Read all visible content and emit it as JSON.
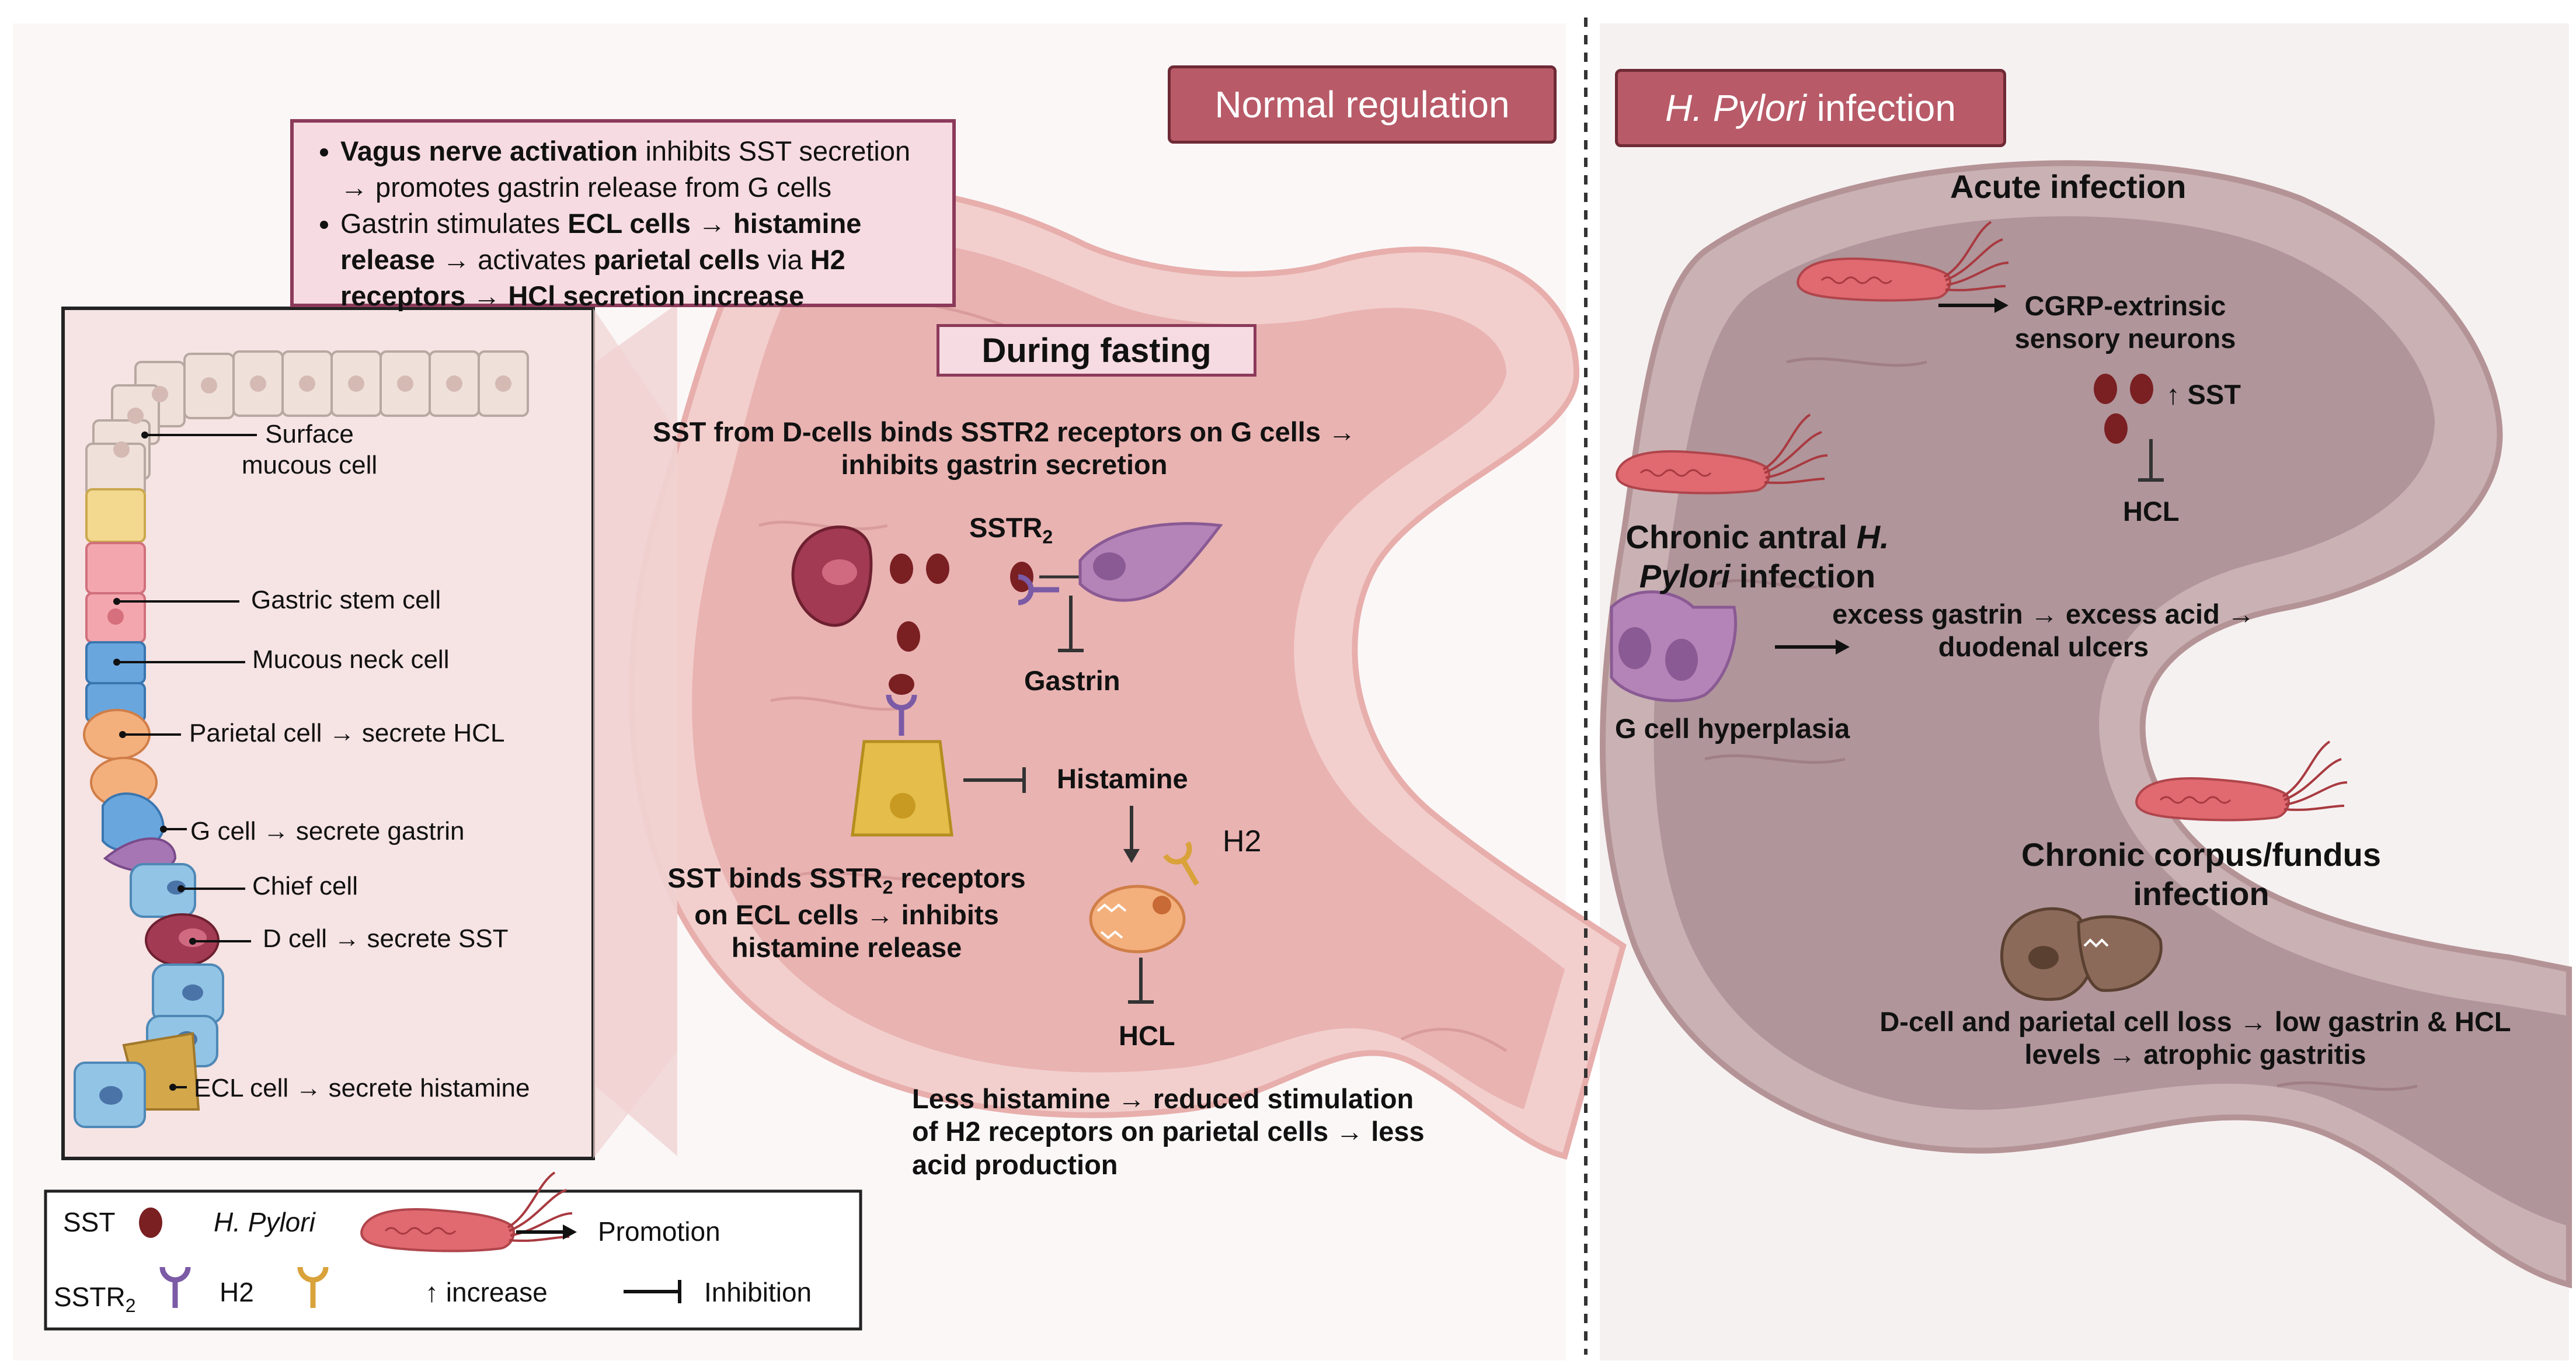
{
  "panels": {
    "normal_title": "Normal regulation",
    "hp_title_italic": "H. Pylori",
    "hp_title_rest": " infection"
  },
  "intro": {
    "b1_bold": "Vagus nerve activation",
    "b1_rest": " inhibits SST secretion → promotes gastrin release from G cells",
    "b2_a": "Gastrin stimulates ",
    "b2_b": "ECL cells → histamine release",
    "b2_c": " → activates ",
    "b2_d": "parietal cells",
    "b2_e": " via ",
    "b2_f": "H2 receptors → HCl secretion increase"
  },
  "gland": {
    "labels": [
      "Surface mucous cell",
      "Gastric stem cell",
      "Mucous neck cell",
      "Parietal cell → secrete HCL",
      "G cell → secrete gastrin",
      "Chief cell",
      "D cell → secrete SST",
      "ECL cell → secrete histamine"
    ],
    "surface_l1": "Surface",
    "surface_l2": "mucous cell"
  },
  "normal": {
    "fasting": "During fasting",
    "sst_dcells_l1": "SST from D-cells binds SSTR2 receptors on G cells →",
    "sst_dcells_l2": "inhibits gastrin secretion",
    "sstr2_main": "SSTR",
    "sstr2_sub": "2",
    "gastrin": "Gastrin",
    "histamine": "Histamine",
    "h2": "H2",
    "hcl": "HCL",
    "ecl_l1a": "SST binds SSTR",
    "ecl_l1sub": "2",
    "ecl_l1b": " receptors",
    "ecl_l2": "on ECL cells → inhibits",
    "ecl_l3": "histamine release",
    "less_l1": "Less histamine → reduced stimulation",
    "less_l2": "of H2 receptors on parietal cells → less",
    "less_l3": "acid production"
  },
  "hp": {
    "acute": "Acute infection",
    "cgrp_l1": "CGRP-extrinsic",
    "cgrp_l2": "sensory neurons",
    "up_sst": "↑ SST",
    "hcl": "HCL",
    "chronic_antral_l1a": "Chronic antral ",
    "chronic_antral_l1b": "H.",
    "chronic_antral_l2a": "Pylori",
    "chronic_antral_l2b": " infection",
    "excess_l1": "excess gastrin → excess acid →",
    "excess_l2": "duodenal ulcers",
    "g_hyper": "G cell hyperplasia",
    "corpus_l1": "Chronic corpus/fundus",
    "corpus_l2": "infection",
    "dcell_l1": "D-cell and parietal cell loss → low gastrin & HCL",
    "dcell_l2": "levels → atrophic gastritis"
  },
  "legend": {
    "sst": "SST",
    "hpylori": "H. Pylori",
    "promotion": "Promotion",
    "sstr2_main": "SSTR",
    "sstr2_sub": "2",
    "h2": "H2",
    "increase": "↑ increase",
    "inhibition": "Inhibition"
  },
  "colors": {
    "banner": "#b85a68",
    "sst_granule": "#7a1f22",
    "sstr2_receptor": "#7b5aa6",
    "h2_receptor": "#d9a23a",
    "stomach_normal": "#e8b5b3",
    "stomach_hp": "#b89a9e"
  }
}
